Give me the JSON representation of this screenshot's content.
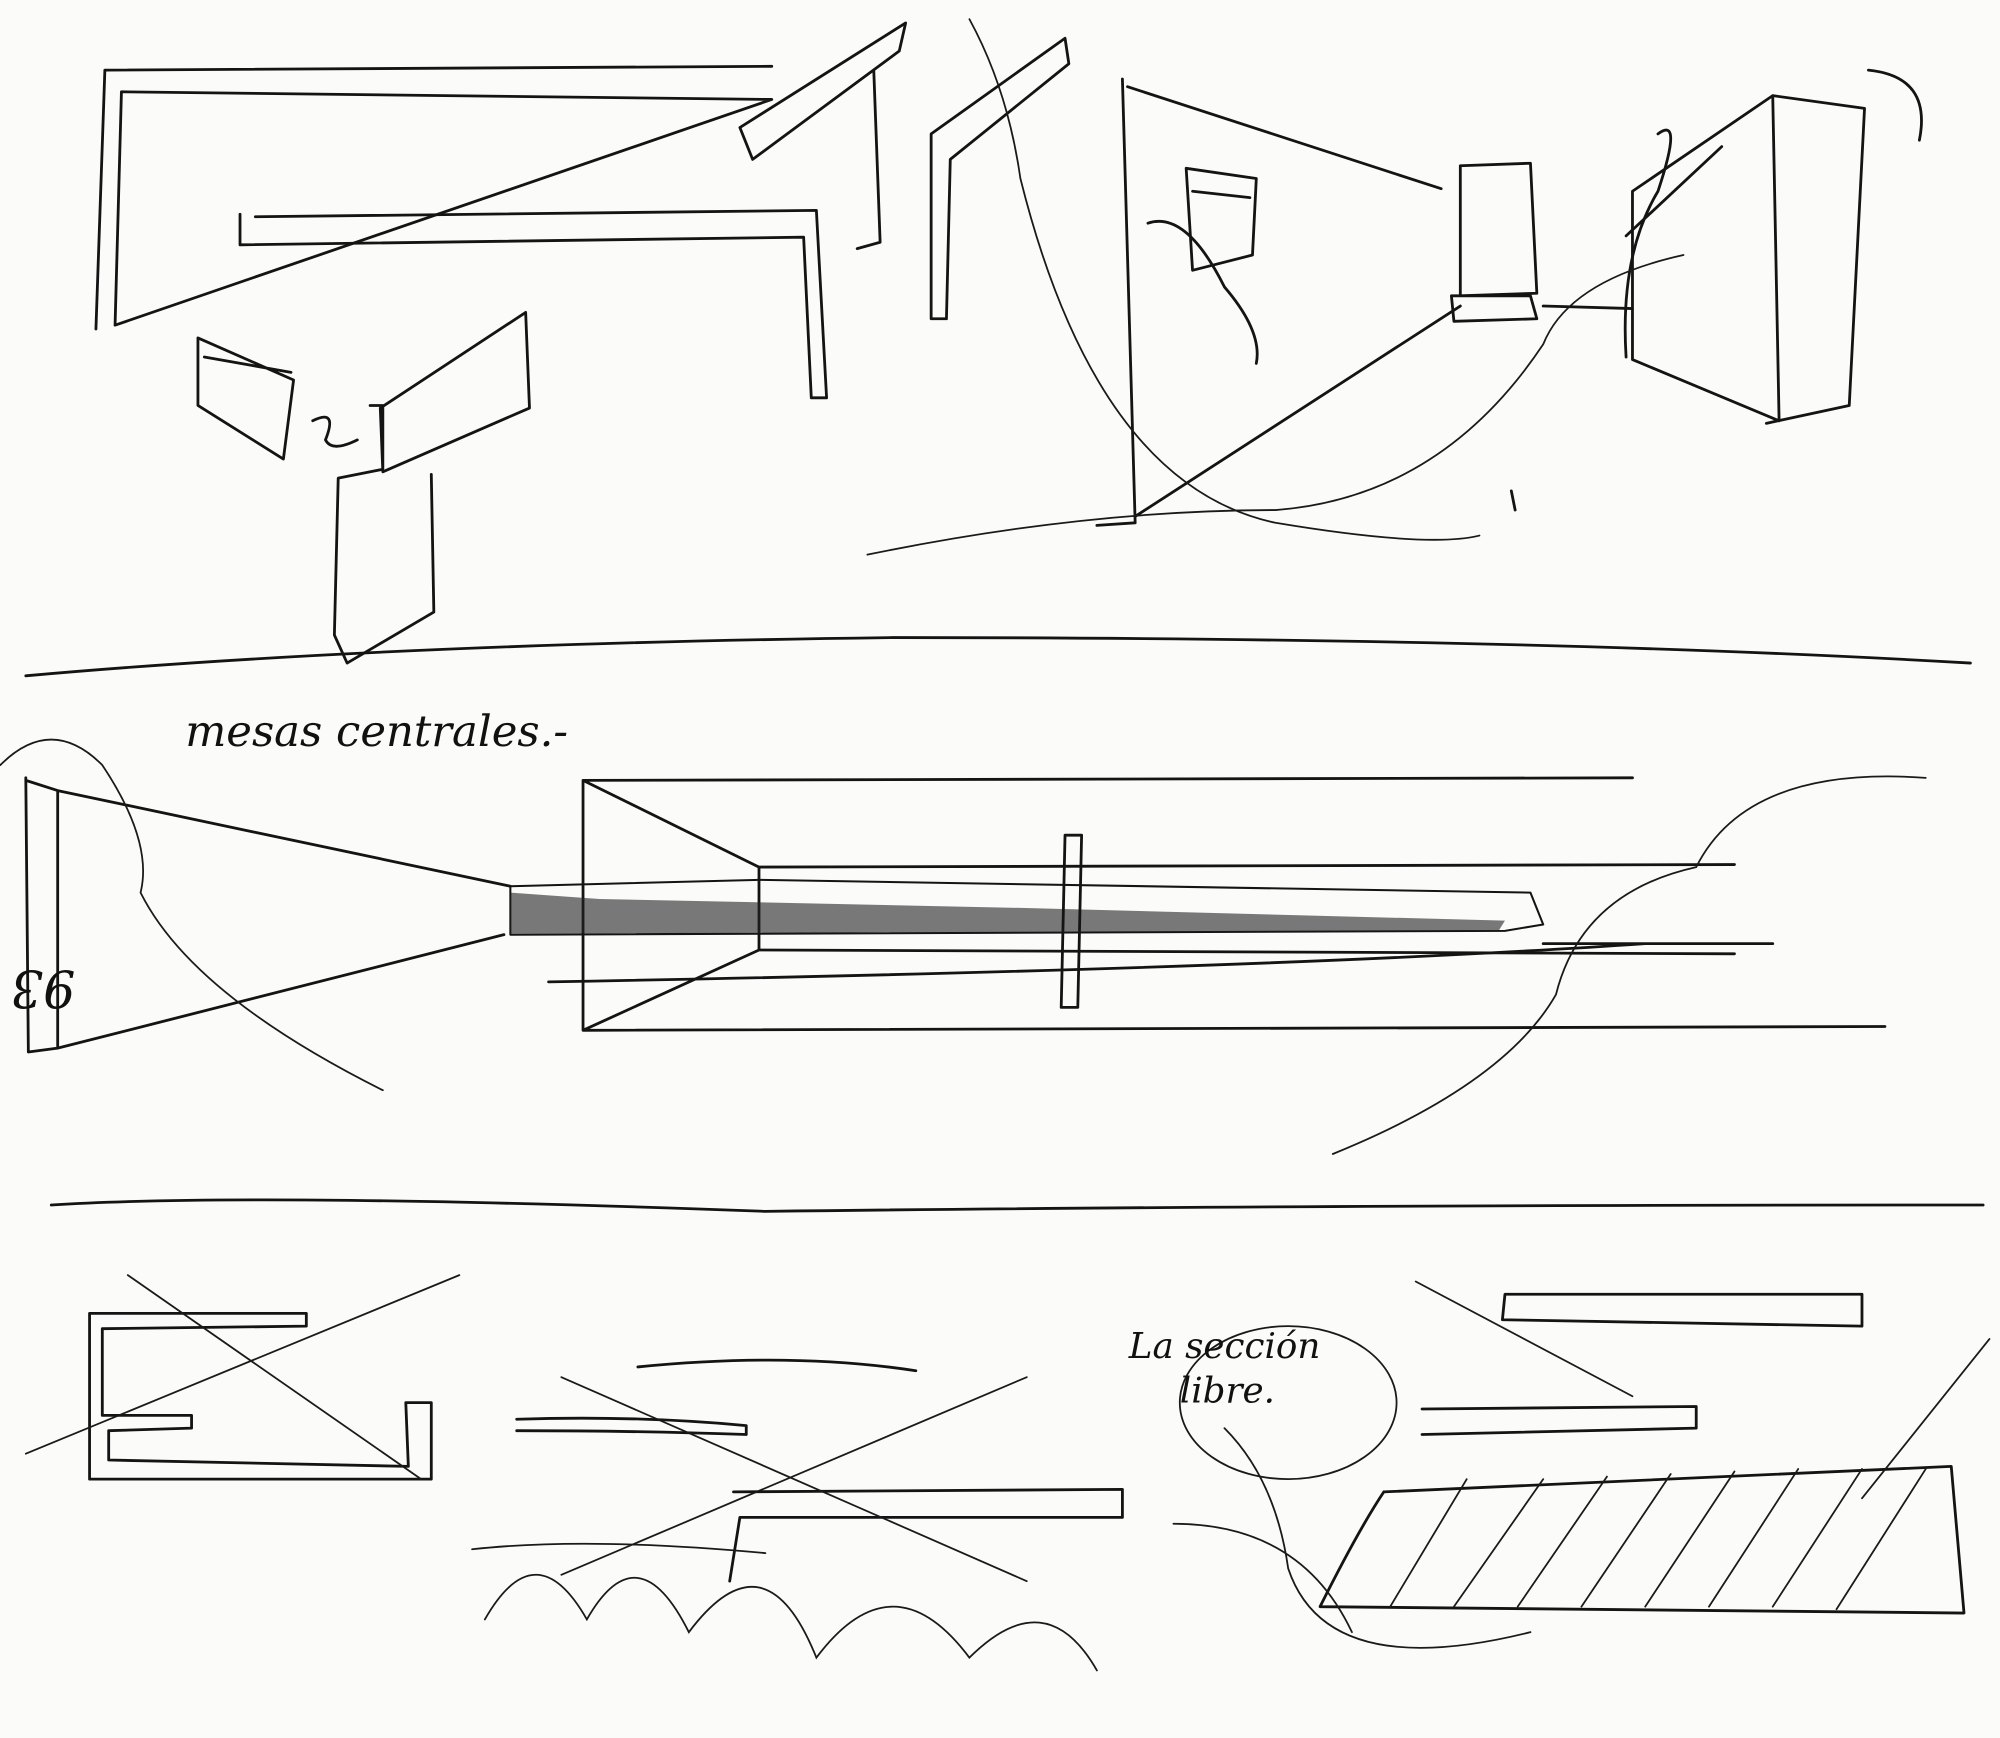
{
  "annotations": {
    "mesas_centrales": "mesas centrales.-",
    "rotated_number": "93",
    "seccion_libre_line1": "La sección",
    "seccion_libre_line2": "libre."
  },
  "colors": {
    "ink": "#141414",
    "paper": "#fbfbfa"
  }
}
